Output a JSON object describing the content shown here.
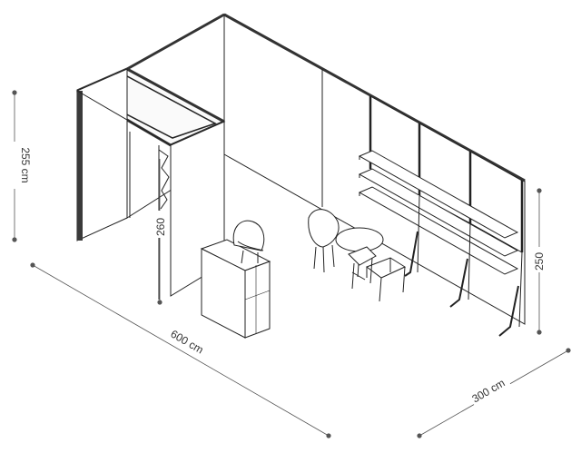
{
  "dimensions": {
    "width_label": "600 cm",
    "depth_label": "300 cm",
    "side_height_label": "255 cm",
    "storage_height_label": "260",
    "shelf_height_label": "250"
  },
  "colors": {
    "line": "#222222",
    "dim_line": "#555555",
    "fill": "#ffffff",
    "dark_edge": "#3a3a3a"
  }
}
